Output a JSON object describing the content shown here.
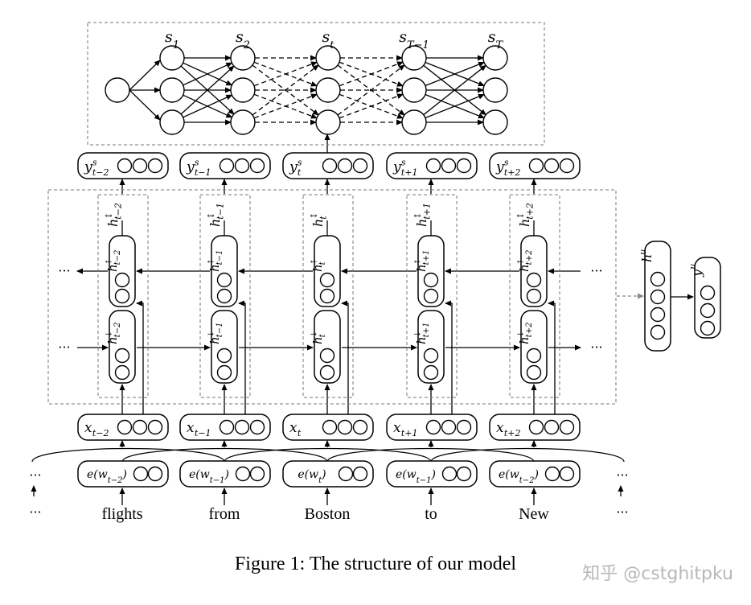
{
  "crf": {
    "state_labels": [
      "s",
      "s",
      "s",
      "s",
      "s"
    ],
    "state_subs": [
      "1",
      "2",
      "t",
      "T−1",
      "T"
    ]
  },
  "slot_outputs": [
    {
      "base": "y",
      "sup": "s",
      "sub": "t−2"
    },
    {
      "base": "y",
      "sup": "s",
      "sub": "t−1"
    },
    {
      "base": "y",
      "sup": "s",
      "sub": "t"
    },
    {
      "base": "y",
      "sup": "s",
      "sub": "t+1"
    },
    {
      "base": "y",
      "sup": "s",
      "sub": "t+2"
    }
  ],
  "hidden_concat": [
    {
      "base": "h",
      "sup": "↕",
      "sub": "t−2"
    },
    {
      "base": "h",
      "sup": "↕",
      "sub": "t−1"
    },
    {
      "base": "h",
      "sup": "↕",
      "sub": "t"
    },
    {
      "base": "h",
      "sup": "↕",
      "sub": "t+1"
    },
    {
      "base": "h",
      "sup": "↕",
      "sub": "t+2"
    }
  ],
  "hidden_backward": [
    {
      "base": "h",
      "sup": "↑",
      "sub": "t−2"
    },
    {
      "base": "h",
      "sup": "↑",
      "sub": "t−1"
    },
    {
      "base": "h",
      "sup": "↑",
      "sub": "t"
    },
    {
      "base": "h",
      "sup": "↑",
      "sub": "t+1"
    },
    {
      "base": "h",
      "sup": "↑",
      "sub": "t+2"
    }
  ],
  "hidden_forward": [
    {
      "base": "h",
      "sup": "↓",
      "sub": "t−2"
    },
    {
      "base": "h",
      "sup": "↓",
      "sub": "t−1"
    },
    {
      "base": "h",
      "sup": "↓",
      "sub": "t"
    },
    {
      "base": "h",
      "sup": "↓",
      "sub": "t+1"
    },
    {
      "base": "h",
      "sup": "↓",
      "sub": "t+2"
    }
  ],
  "inputs": [
    {
      "base": "x",
      "sub": "t−2"
    },
    {
      "base": "x",
      "sub": "t−1"
    },
    {
      "base": "x",
      "sub": "t"
    },
    {
      "base": "x",
      "sub": "t+1"
    },
    {
      "base": "x",
      "sub": "t+2"
    }
  ],
  "embeddings": [
    {
      "pre": "e(w",
      "sub": "t−2",
      "post": ")"
    },
    {
      "pre": "e(w",
      "sub": "t−1",
      "post": ")"
    },
    {
      "pre": "e(w",
      "sub": "t",
      "post": ")"
    },
    {
      "pre": "e(w",
      "sub": "t−1",
      "post": ")"
    },
    {
      "pre": "e(w",
      "sub": "t−2",
      "post": ")"
    }
  ],
  "words": [
    "flights",
    "from",
    "Boston",
    "to",
    "New"
  ],
  "ellipsis": "···",
  "intent": {
    "hidden": {
      "base": "h",
      "sup": "u"
    },
    "output": {
      "base": "y",
      "sup": "u"
    }
  },
  "caption": "Figure 1: The structure of our model",
  "watermark": "知乎 @cstghitpku"
}
